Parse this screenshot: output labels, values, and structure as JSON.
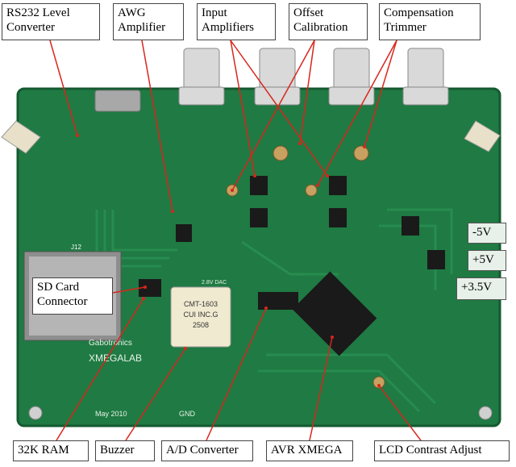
{
  "board": {
    "brand": "Gabotronics",
    "model": "XMEGALAB",
    "date": "May 2010",
    "gnd_label": "GND",
    "buzzer_text_1": "CMT-1603",
    "buzzer_text_2": "CUI INC.G",
    "buzzer_text_3": "2508",
    "sd_slot": "J12",
    "dac_note": "2.8V DAC"
  },
  "labels": {
    "rs232": [
      "RS232 Level",
      "Converter"
    ],
    "awg": [
      "AWG",
      "Amplifier"
    ],
    "input_amp": [
      "Input",
      "Amplifiers"
    ],
    "offset": [
      "Offset",
      "Calibration"
    ],
    "compensation": [
      "Compensation",
      "Trimmer"
    ],
    "sd_card": [
      "SD Card",
      "Connector"
    ],
    "neg5v": "-5V",
    "pos5v": "+5V",
    "pos3v5": "+3.5V",
    "ram": "32K RAM",
    "buzzer": "Buzzer",
    "adc": "A/D Converter",
    "avr": "AVR XMEGA",
    "lcd": "LCD Contrast Adjust"
  },
  "colors": {
    "pcb": "#1f7a43",
    "pcb_dark": "#145a30",
    "arrow": "#d8261c",
    "connector": "#d9d9d9"
  }
}
